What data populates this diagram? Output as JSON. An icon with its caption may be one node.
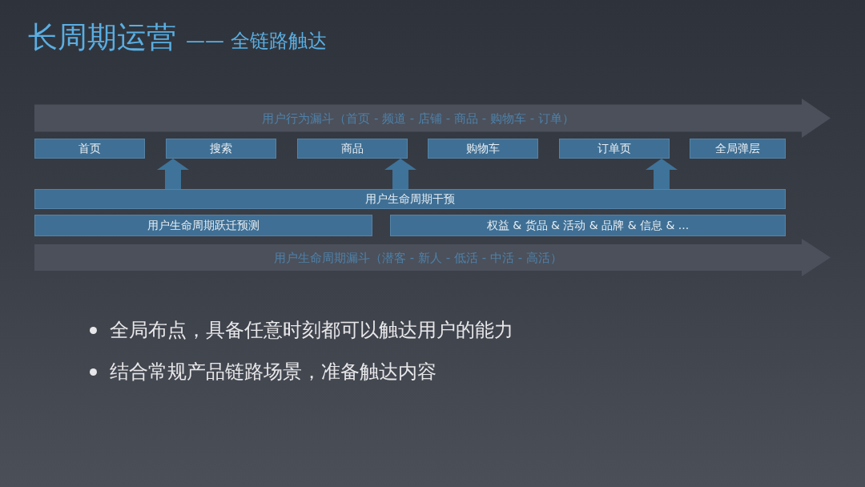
{
  "diagram": {
    "title": "长周期运营",
    "nodes": [
      {
        "text": [
          "用户行为漏斗（首页 - 频道 - 店铺 - 商品 - 购物车 - 订单）"
        ]
      },
      {
        "text": [
          "首页"
        ]
      },
      {
        "text": [
          "搜索"
        ]
      },
      {
        "text": [
          "商品"
        ]
      },
      {
        "text": [
          "购物车"
        ]
      },
      {
        "text": [
          "订单页"
        ]
      },
      {
        "text": [
          "全局弹层"
        ]
      },
      {
        "text": [
          "用户生命周期干预"
        ]
      },
      {
        "text": [
          "用户生命周期跃迁预测"
        ]
      },
      {
        "text": [
          "权益 & 货品 & 活动 & 品牌 & 信息 & ..."
        ]
      },
      {
        "text": [
          "用户生命周期漏斗（潜客 - 新人 - 低活 - 中活 - 高活）"
        ]
      }
    ],
    "edges": [
      {
        "from": 7,
        "to": 2,
        "arrow": "to"
      },
      {
        "from": 7,
        "to": 3,
        "arrow": "to"
      },
      {
        "from": 7,
        "to": 5,
        "arrow": "to"
      }
    ],
    "labels": [
      "—— 全链路触达",
      "全局布点，具备任意时刻都可以触达用户的能力",
      "结合常规产品链路场景，准备触达内容"
    ]
  }
}
